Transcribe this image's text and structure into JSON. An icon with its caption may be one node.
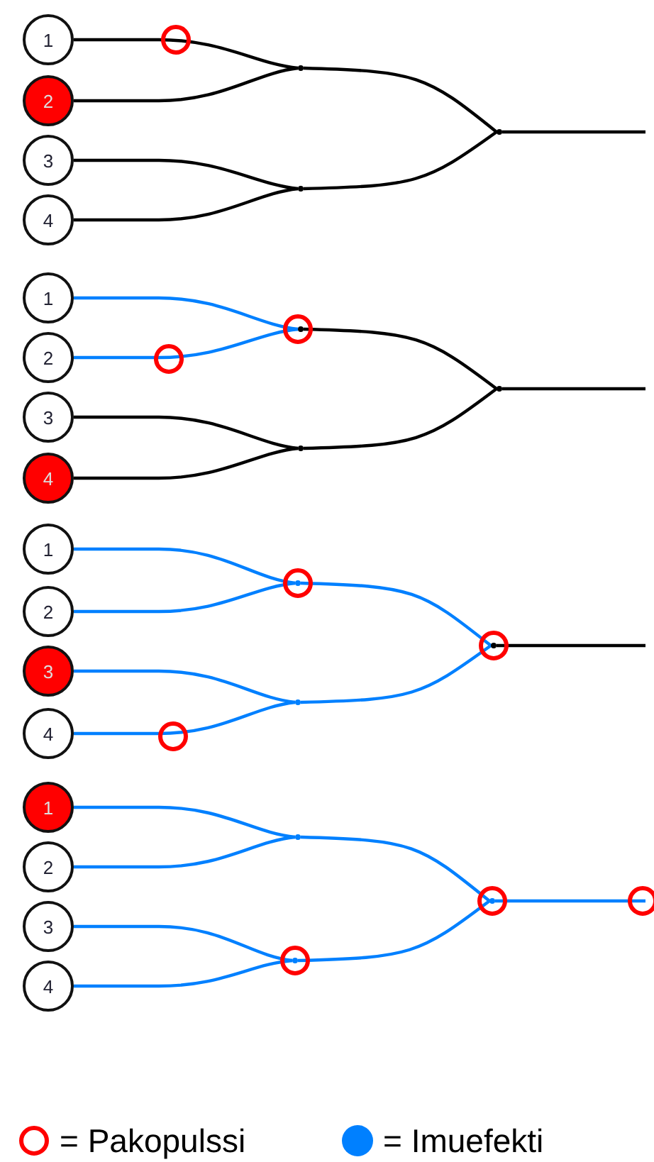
{
  "diagram": {
    "nodes": [
      {
        "text": [
          "1"
        ]
      },
      {
        "text": [
          "2"
        ]
      },
      {
        "text": [
          "3"
        ]
      },
      {
        "text": [
          "4"
        ]
      },
      {
        "text": [],
        "shape": "point"
      },
      {
        "text": [],
        "shape": "point"
      },
      {
        "text": [],
        "shape": "point"
      },
      {
        "text": [
          "1"
        ]
      },
      {
        "text": [
          "2"
        ]
      },
      {
        "text": [
          "3"
        ]
      },
      {
        "text": [
          "4"
        ]
      },
      {
        "text": [],
        "shape": "point"
      },
      {
        "text": [],
        "shape": "point"
      },
      {
        "text": [],
        "shape": "point"
      },
      {
        "text": [
          "1"
        ]
      },
      {
        "text": [
          "2"
        ]
      },
      {
        "text": [
          "3"
        ]
      },
      {
        "text": [
          "4"
        ]
      },
      {
        "text": [],
        "shape": "point"
      },
      {
        "text": [],
        "shape": "point"
      },
      {
        "text": [],
        "shape": "point"
      },
      {
        "text": [
          "1"
        ]
      },
      {
        "text": [
          "2"
        ]
      },
      {
        "text": [
          "3"
        ]
      },
      {
        "text": [
          "4"
        ]
      },
      {
        "text": [],
        "shape": "point"
      },
      {
        "text": [],
        "shape": "point"
      },
      {
        "text": [],
        "shape": "point"
      }
    ],
    "edges": [
      {
        "from": 0,
        "to": 4,
        "arrow": "none",
        "color": "#000000"
      },
      {
        "from": 1,
        "to": 4,
        "arrow": "none",
        "color": "#000000"
      },
      {
        "from": 2,
        "to": 5,
        "arrow": "none",
        "color": "#000000"
      },
      {
        "from": 3,
        "to": 5,
        "arrow": "none",
        "color": "#000000"
      },
      {
        "from": 4,
        "to": 6,
        "arrow": "none",
        "color": "#000000"
      },
      {
        "from": 5,
        "to": 6,
        "arrow": "none",
        "color": "#000000"
      },
      {
        "from": 6,
        "to": null,
        "arrow": "none",
        "color": "#000000"
      },
      {
        "from": 7,
        "to": 11,
        "arrow": "none",
        "color": "#0080ff"
      },
      {
        "from": 8,
        "to": 11,
        "arrow": "none",
        "color": "#0080ff"
      },
      {
        "from": 9,
        "to": 12,
        "arrow": "none",
        "color": "#000000"
      },
      {
        "from": 10,
        "to": 12,
        "arrow": "none",
        "color": "#000000"
      },
      {
        "from": 11,
        "to": 13,
        "arrow": "none",
        "color": "#000000"
      },
      {
        "from": 12,
        "to": 13,
        "arrow": "none",
        "color": "#000000"
      },
      {
        "from": 13,
        "to": null,
        "arrow": "none",
        "color": "#000000"
      },
      {
        "from": 14,
        "to": 18,
        "arrow": "none",
        "color": "#0080ff"
      },
      {
        "from": 15,
        "to": 18,
        "arrow": "none",
        "color": "#0080ff"
      },
      {
        "from": 16,
        "to": 19,
        "arrow": "none",
        "color": "#0080ff"
      },
      {
        "from": 17,
        "to": 19,
        "arrow": "none",
        "color": "#0080ff"
      },
      {
        "from": 18,
        "to": 20,
        "arrow": "none",
        "color": "#0080ff"
      },
      {
        "from": 19,
        "to": 20,
        "arrow": "none",
        "color": "#0080ff"
      },
      {
        "from": 20,
        "to": null,
        "arrow": "none",
        "color": "#000000"
      },
      {
        "from": 21,
        "to": 25,
        "arrow": "none",
        "color": "#0080ff"
      },
      {
        "from": 22,
        "to": 25,
        "arrow": "none",
        "color": "#0080ff"
      },
      {
        "from": 23,
        "to": 26,
        "arrow": "none",
        "color": "#0080ff"
      },
      {
        "from": 24,
        "to": 26,
        "arrow": "none",
        "color": "#0080ff"
      },
      {
        "from": 25,
        "to": 27,
        "arrow": "none",
        "color": "#0080ff"
      },
      {
        "from": 26,
        "to": 27,
        "arrow": "none",
        "color": "#0080ff"
      },
      {
        "from": 27,
        "to": null,
        "arrow": "none",
        "color": "#0080ff"
      }
    ],
    "legend": [
      {
        "text": "= Pakopulssi"
      },
      {
        "text": "= Imuefekti",
        "color": "#0080ff"
      }
    ]
  }
}
